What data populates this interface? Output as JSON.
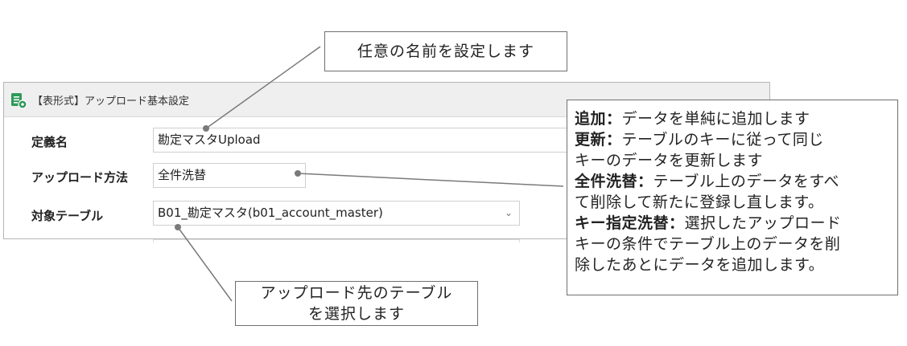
{
  "panel": {
    "title": "【表形式】アップロード基本設定",
    "icon": "document-settings-icon",
    "accent_color": "#2e9a5a"
  },
  "form": {
    "definition_name": {
      "label": "定義名",
      "value": "勘定マスタUpload"
    },
    "upload_method": {
      "label": "アップロード方法",
      "value": "全件洗替"
    },
    "target_table": {
      "label": "対象テーブル",
      "value": "B01_勘定マスタ(b01_account_master)"
    }
  },
  "callouts": {
    "top": "任意の名前を設定します",
    "bottom_line1": "アップロード先のテーブル",
    "bottom_line2": "を選択します",
    "right": {
      "add_term": "追加：",
      "add_text": "データを単純に追加します",
      "update_term": "更新：",
      "update_text_line1": "テーブルのキーに従って同じ",
      "update_text_line2": "キーのデータを更新します",
      "replace_all_term": "全件洗替：",
      "replace_all_text_line1": "テーブル上のデータをすべ",
      "replace_all_text_line2": "て削除して新たに登録し直します。",
      "key_replace_term": "キー指定洗替：",
      "key_replace_text_line1": "選択したアップロード",
      "key_replace_text_line2": "キーの条件でテーブル上のデータを削",
      "key_replace_text_line3": "除したあとにデータを追加します。"
    }
  }
}
